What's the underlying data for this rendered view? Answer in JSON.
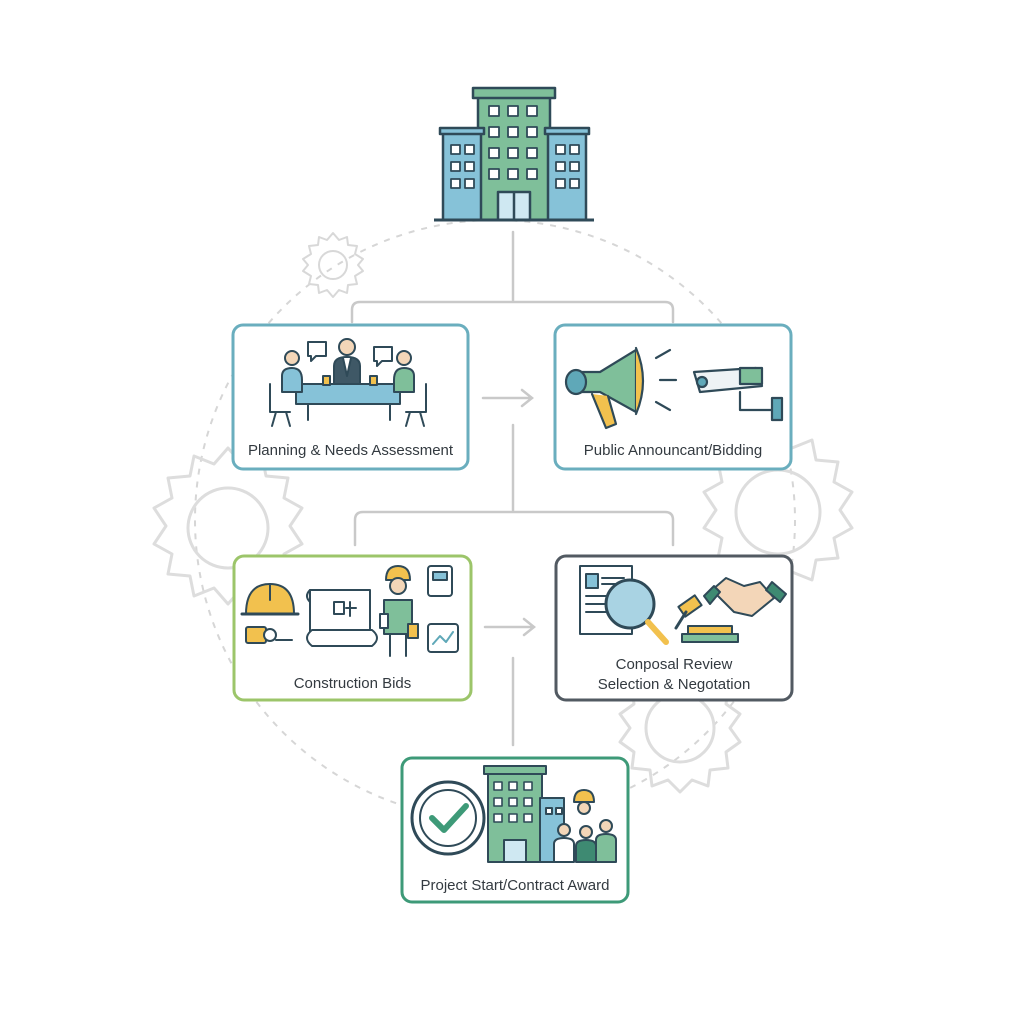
{
  "diagram": {
    "top_icon": "office-building-icon",
    "colors": {
      "teal": "#5fa8b8",
      "green": "#8fbb5a",
      "slate": "#525a62",
      "deep_green": "#3e9a78",
      "building_green": "#7fbf9a",
      "building_blue": "#86c2d8",
      "gear": "#dcdcdc",
      "line": "#c8c8c8",
      "accent_yellow": "#f2c14e"
    },
    "steps": [
      {
        "id": "planning",
        "label": "Planning & Needs Assessment",
        "icon": "team-meeting-icon"
      },
      {
        "id": "announcement",
        "label": "Public Announcant/Bidding",
        "icon": "megaphone-camera-icon"
      },
      {
        "id": "bids",
        "label": "Construction Bids",
        "icon": "hardhat-blueprint-worker-icon"
      },
      {
        "id": "review",
        "label_line1": "Conposal Review",
        "label_line2": "Selection & Negotation",
        "icon": "magnifier-gavel-handshake-icon"
      },
      {
        "id": "award",
        "label": "Project Start/Contract Award",
        "icon": "checkmark-building-team-icon"
      }
    ]
  }
}
